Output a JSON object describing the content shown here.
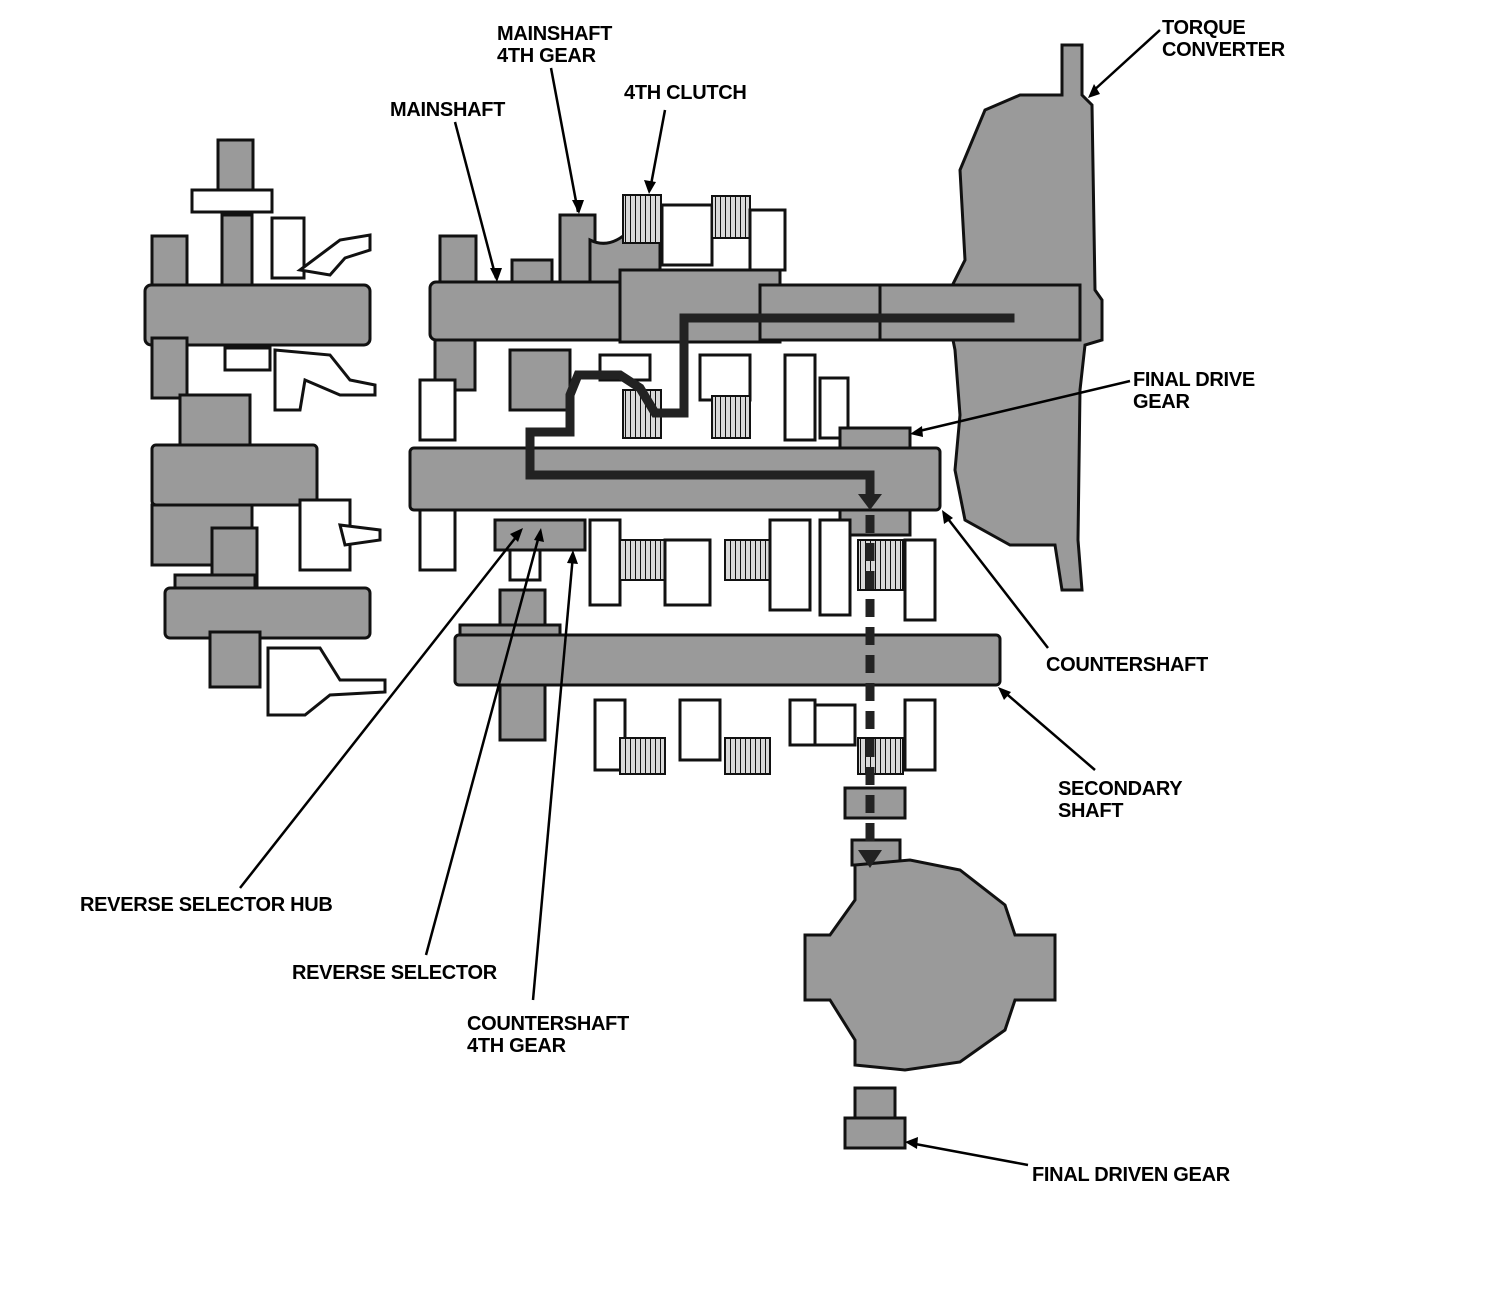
{
  "labels": {
    "torque_converter": [
      "TORQUE",
      "CONVERTER"
    ],
    "mainshaft_4th_gear": [
      "MAINSHAFT",
      "4TH GEAR"
    ],
    "fourth_clutch": [
      "4TH CLUTCH"
    ],
    "mainshaft": [
      "MAINSHAFT"
    ],
    "final_drive_gear": [
      "FINAL DRIVE",
      "GEAR"
    ],
    "countershaft": [
      "COUNTERSHAFT"
    ],
    "secondary_shaft": [
      "SECONDARY",
      "SHAFT"
    ],
    "reverse_selector_hub": [
      "REVERSE SELECTOR HUB"
    ],
    "reverse_selector": [
      "REVERSE SELECTOR"
    ],
    "countershaft_4th_gear": [
      "COUNTERSHAFT",
      "4TH GEAR"
    ],
    "final_driven_gear": [
      "FINAL DRIVEN GEAR"
    ]
  },
  "colors": {
    "part_fill": "#9a9a9a",
    "outline": "#111111",
    "power_flow": "#222222"
  }
}
